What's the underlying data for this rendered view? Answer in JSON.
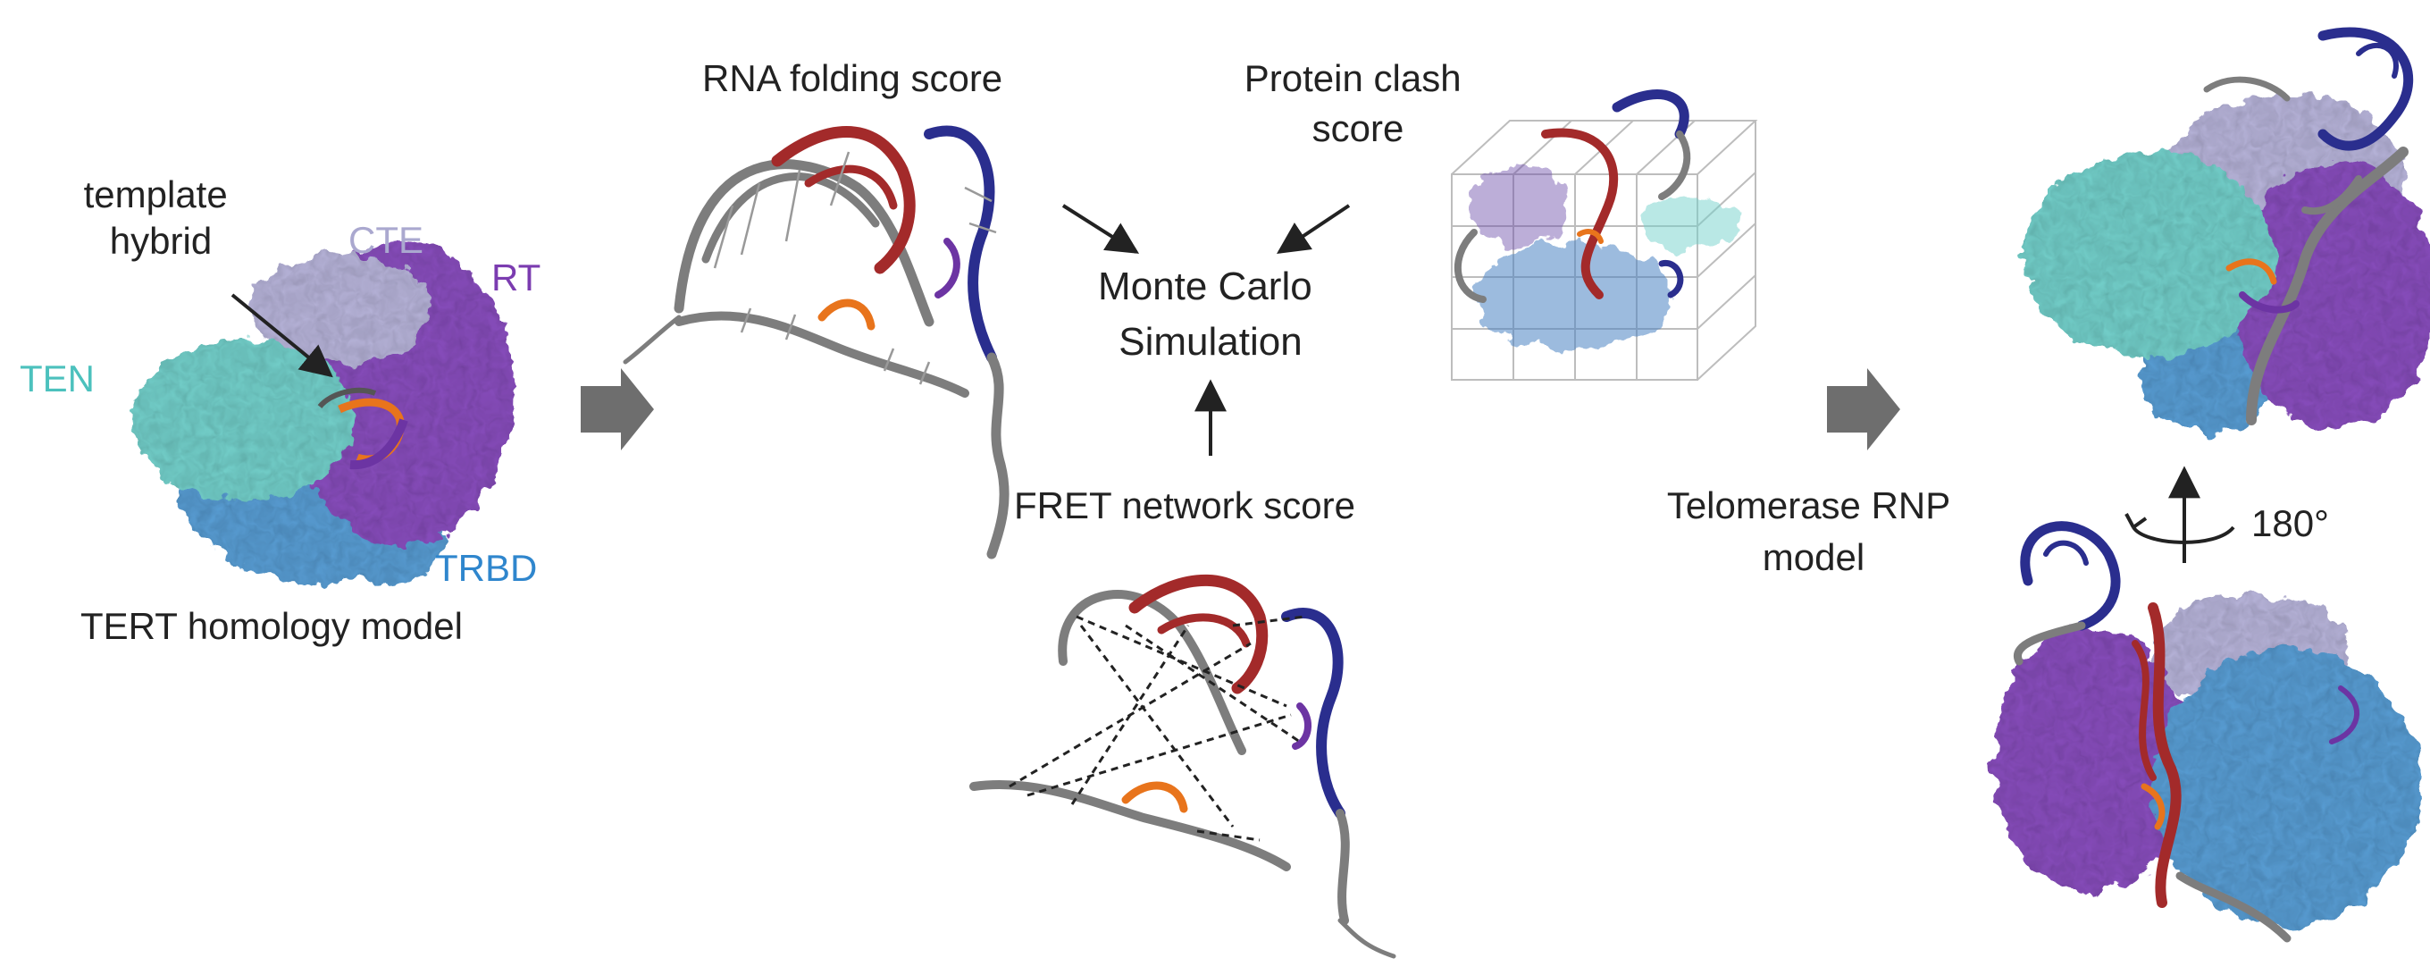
{
  "colors": {
    "ten": "#74d1cc",
    "ten_dark": "#49b3b0",
    "cte": "#b9b6dc",
    "rt": "#8a4fbf",
    "rt_dark": "#6c34a3",
    "trbd": "#5a9fd6",
    "rna_red": "#a32a2a",
    "rna_blue": "#2a2e8e",
    "rna_gray": "#7d7d7d",
    "rna_orange": "#e8741c",
    "text": "#222222",
    "arrow_gray": "#6e6e6e"
  },
  "panel_left": {
    "label_template": [
      "template",
      "hybrid"
    ],
    "label_cte": "CTE",
    "label_rt": "RT",
    "label_ten": "TEN",
    "label_trbd": "TRBD",
    "caption": "TERT homology model"
  },
  "panel_center": {
    "label_rna_folding": "RNA folding score",
    "label_protein_clash": [
      "Protein clash",
      "score"
    ],
    "label_monte_carlo": [
      "Monte Carlo",
      "Simulation"
    ],
    "label_fret": "FRET network score"
  },
  "panel_right": {
    "label_model": [
      "Telomerase RNP",
      "model"
    ],
    "label_rotation": "180°"
  }
}
